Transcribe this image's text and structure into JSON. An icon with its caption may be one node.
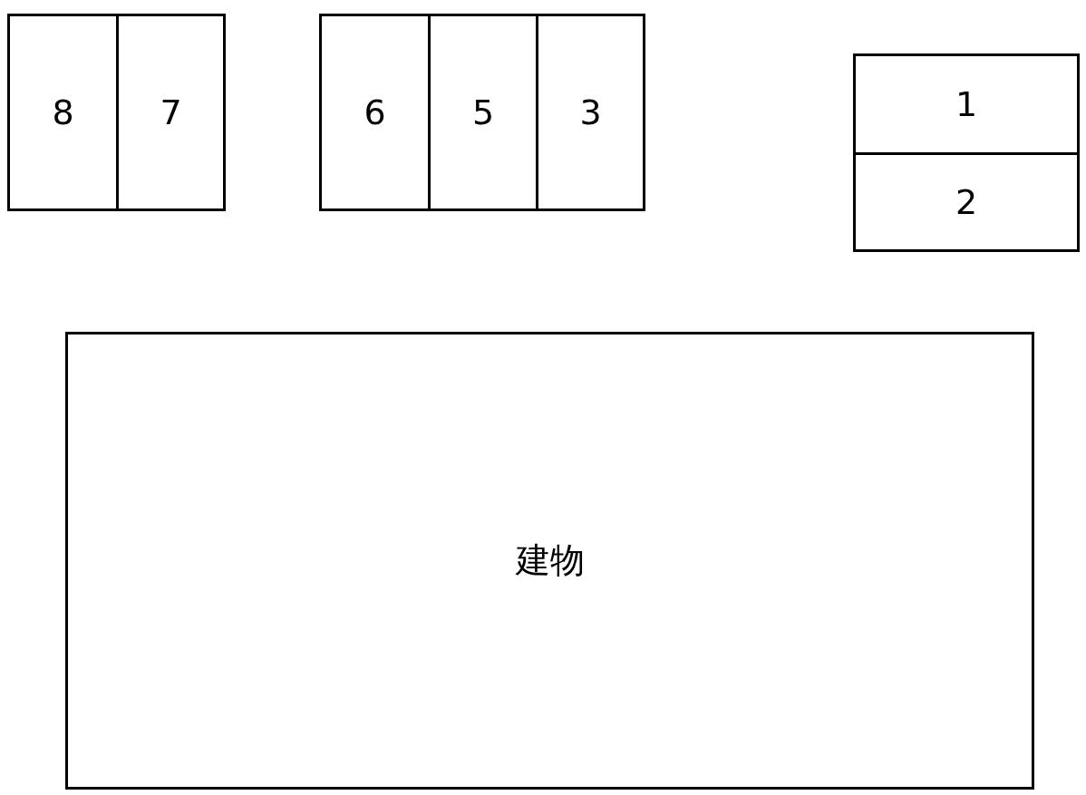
{
  "diagram": {
    "nodes": [
      {
        "text": [
          "8"
        ]
      },
      {
        "text": [
          "7"
        ]
      },
      {
        "text": [
          "6"
        ]
      },
      {
        "text": [
          "5"
        ]
      },
      {
        "text": [
          "3"
        ]
      },
      {
        "text": [
          "1"
        ]
      },
      {
        "text": [
          "2"
        ]
      },
      {
        "text": [
          "建物"
        ]
      }
    ]
  }
}
